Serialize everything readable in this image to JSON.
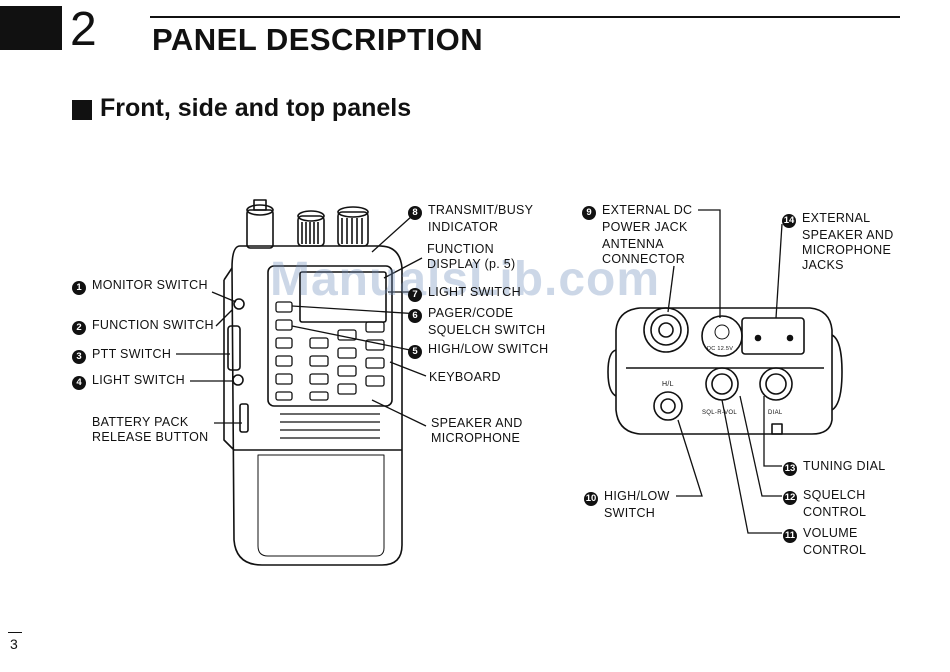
{
  "header": {
    "chapter_number": "2",
    "chapter_title": "PANEL DESCRIPTION"
  },
  "section": {
    "title": "Front, side and top panels"
  },
  "watermark": "ManualsLib.com",
  "labels": {
    "l1": {
      "num": "1",
      "text": "MONITOR SWITCH"
    },
    "l2": {
      "num": "2",
      "text": "FUNCTION SWITCH"
    },
    "l3": {
      "num": "3",
      "text": "PTT SWITCH"
    },
    "l4": {
      "num": "4",
      "text": "LIGHT SWITCH"
    },
    "battery": {
      "line1": "BATTERY PACK",
      "line2": "RELEASE BUTTON"
    },
    "l8": {
      "num": "8",
      "line1": "TRANSMIT/BUSY",
      "line2": "INDICATOR"
    },
    "fdisp": {
      "line1": "FUNCTION",
      "line2": "DISPLAY (p. 5)"
    },
    "l7": {
      "num": "7",
      "text": "LIGHT SWITCH"
    },
    "l6": {
      "num": "6",
      "line1": "PAGER/CODE",
      "line2": "SQUELCH SWITCH"
    },
    "l5": {
      "num": "5",
      "text": "HIGH/LOW SWITCH"
    },
    "keyboard": "KEYBOARD",
    "speaker": {
      "line1": "SPEAKER AND",
      "line2": "MICROPHONE"
    },
    "l9": {
      "num": "9",
      "line1": "EXTERNAL DC",
      "line2": "POWER JACK"
    },
    "antenna": {
      "line1": "ANTENNA",
      "line2": "CONNECTOR"
    },
    "l14": {
      "num": "14",
      "line1": "EXTERNAL",
      "line2": "SPEAKER AND",
      "line3": "MICROPHONE",
      "line4": "JACKS"
    },
    "l13": {
      "num": "13",
      "text": "TUNING DIAL"
    },
    "l10": {
      "num": "10",
      "line1": "HIGH/LOW",
      "line2": "SWITCH"
    },
    "l12": {
      "num": "12",
      "line1": "SQUELCH",
      "line2": "CONTROL"
    },
    "l11": {
      "num": "11",
      "line1": "VOLUME",
      "line2": "CONTROL"
    }
  },
  "top_panel_marks": {
    "hl": "H/L",
    "dc": "DC 12.5V",
    "sql_vol": "SQL-R-VOL",
    "dial": "DIAL"
  },
  "page": {
    "number": "3"
  }
}
